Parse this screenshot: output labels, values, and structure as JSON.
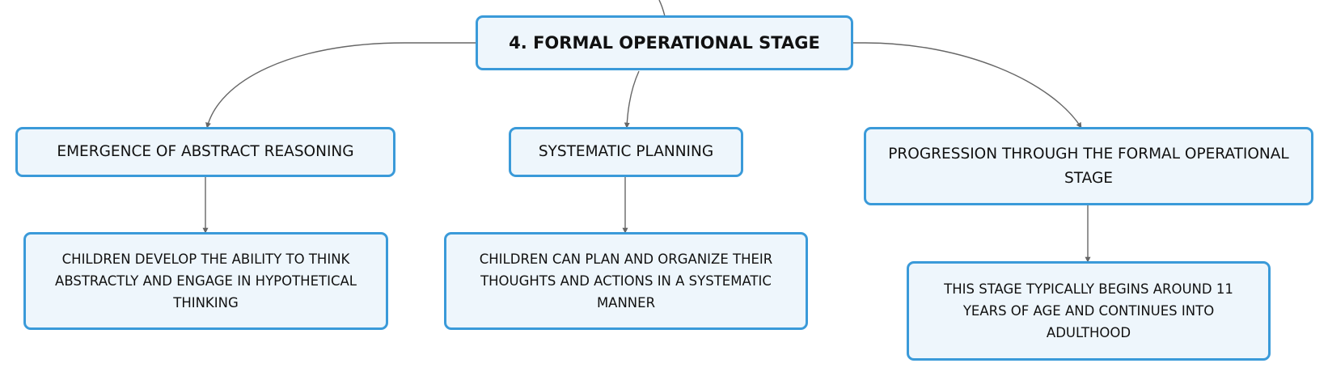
{
  "diagram": {
    "root": {
      "label": "4. FORMAL OPERATIONAL STAGE"
    },
    "branches": [
      {
        "label": "EMERGENCE OF ABSTRACT REASONING",
        "detail": "CHILDREN DEVELOP THE ABILITY TO THINK ABSTRACTLY AND ENGAGE IN HYPOTHETICAL THINKING"
      },
      {
        "label": "SYSTEMATIC PLANNING",
        "detail": "CHILDREN CAN PLAN AND ORGANIZE THEIR THOUGHTS AND ACTIONS IN A SYSTEMATIC MANNER"
      },
      {
        "label": "PROGRESSION THROUGH THE FORMAL OPERATIONAL STAGE",
        "detail": "THIS STAGE TYPICALLY BEGINS AROUND 11 YEARS OF AGE AND CONTINUES INTO ADULTHOOD"
      }
    ],
    "colors": {
      "node_border": "#3a9ad9",
      "node_fill": "#eef6fc",
      "connector": "#666666"
    }
  }
}
